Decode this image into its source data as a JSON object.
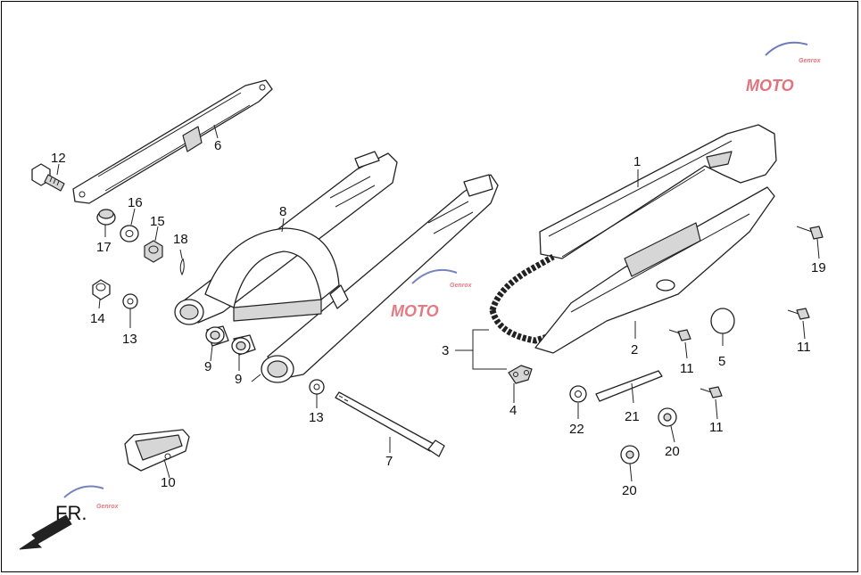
{
  "diagram": {
    "callouts": [
      {
        "id": "c1",
        "text": "1"
      },
      {
        "id": "c2",
        "text": "2"
      },
      {
        "id": "c3",
        "text": "3"
      },
      {
        "id": "c4",
        "text": "4"
      },
      {
        "id": "c5",
        "text": "5"
      },
      {
        "id": "c6",
        "text": "6"
      },
      {
        "id": "c7",
        "text": "7"
      },
      {
        "id": "c8",
        "text": "8"
      },
      {
        "id": "c9a",
        "text": "9"
      },
      {
        "id": "c9b",
        "text": "9"
      },
      {
        "id": "c10",
        "text": "10"
      },
      {
        "id": "c11a",
        "text": "11"
      },
      {
        "id": "c11b",
        "text": "11"
      },
      {
        "id": "c11c",
        "text": "11"
      },
      {
        "id": "c12",
        "text": "12"
      },
      {
        "id": "c13a",
        "text": "13"
      },
      {
        "id": "c13b",
        "text": "13"
      },
      {
        "id": "c14",
        "text": "14"
      },
      {
        "id": "c15",
        "text": "15"
      },
      {
        "id": "c16",
        "text": "16"
      },
      {
        "id": "c17",
        "text": "17"
      },
      {
        "id": "c18",
        "text": "18"
      },
      {
        "id": "c19",
        "text": "19"
      },
      {
        "id": "c20a",
        "text": "20"
      },
      {
        "id": "c20b",
        "text": "20"
      },
      {
        "id": "c21",
        "text": "21"
      },
      {
        "id": "c22",
        "text": "22"
      }
    ],
    "direction_label": "FR.",
    "watermark": "MOTO",
    "watermark_sub": "Genrox",
    "colors": {
      "line": "#222222",
      "shade": "#d6d6d6",
      "watermark_red": "#d9434f",
      "watermark_blue": "#3d4fa8"
    }
  }
}
